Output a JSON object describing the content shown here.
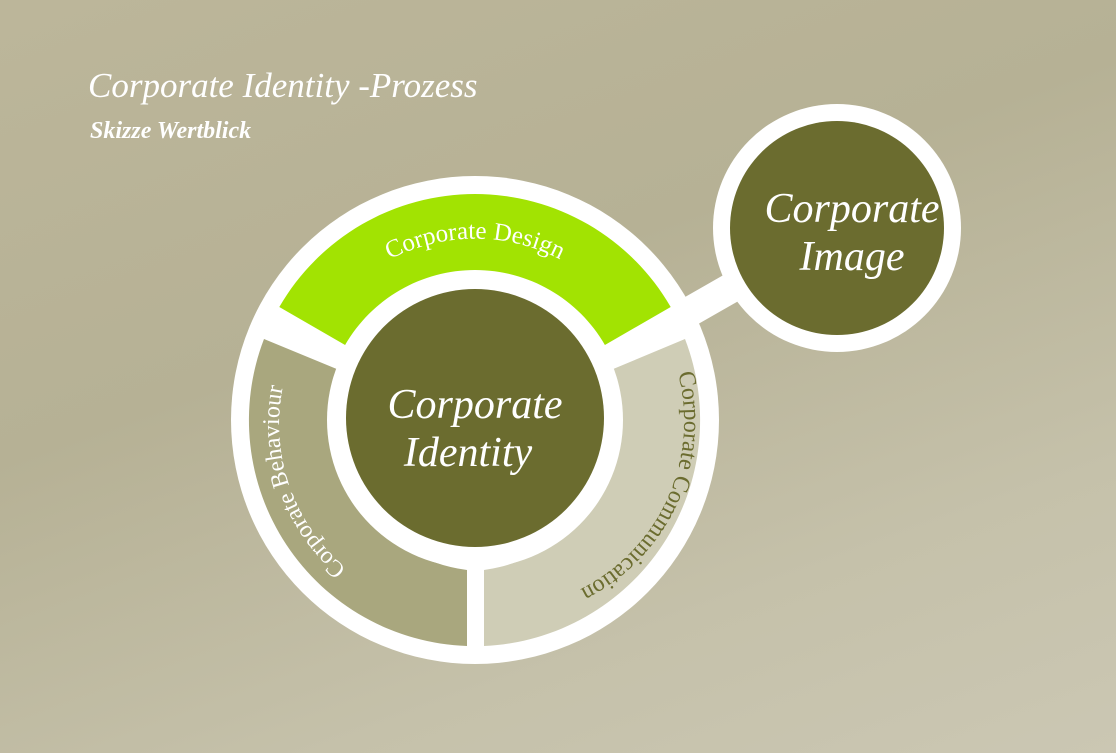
{
  "header": {
    "title": "Corporate Identity -Prozess",
    "subtitle": "Skizze Wertblick"
  },
  "diagram": {
    "center": {
      "label_line1": "Corporate",
      "label_line2": "Identity",
      "color": "#6b6c2f"
    },
    "segments": [
      {
        "label": "Corporate Design",
        "color": "#a2e302",
        "text_color": "#ffffff"
      },
      {
        "label": "Corporate Behaviour",
        "color": "#a9a77e",
        "text_color": "#ffffff"
      },
      {
        "label": "Corporate Communication",
        "color": "#cfcdb6",
        "text_color": "#6b6c2f"
      }
    ],
    "satellite": {
      "label_line1": "Corporate",
      "label_line2": "Image",
      "color": "#6b6c2f"
    },
    "ring_color": "#ffffff"
  }
}
